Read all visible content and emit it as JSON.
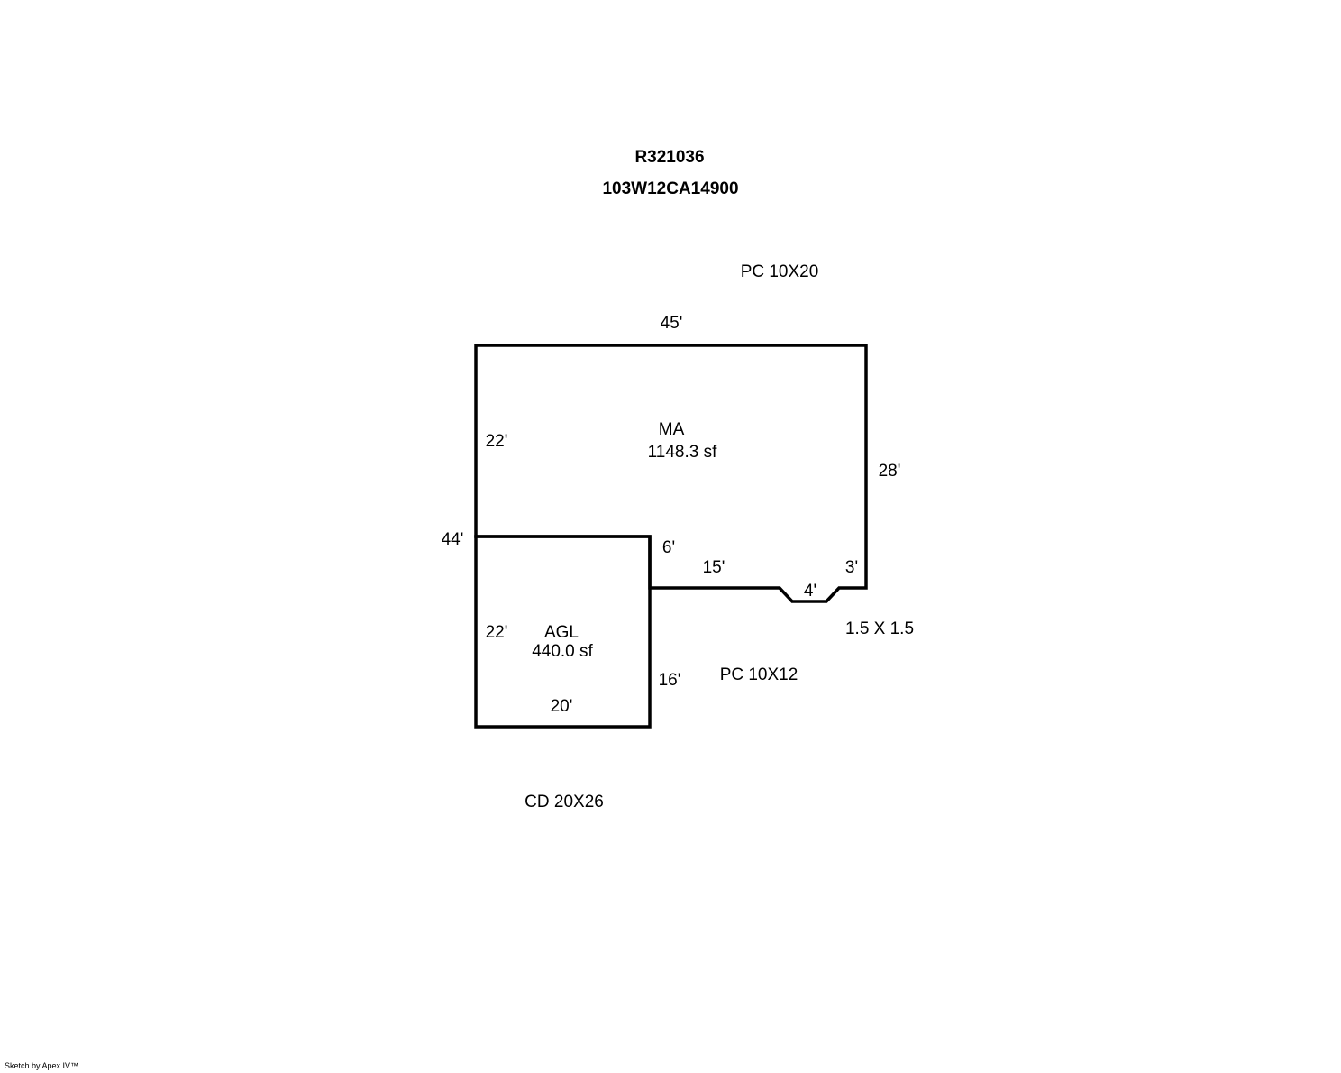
{
  "header": {
    "parcel_id": "R321036",
    "map_number": "103W12CA14900"
  },
  "areas": {
    "ma": {
      "label": "MA",
      "area": "1148.3 sf"
    },
    "agl": {
      "label": "AGL",
      "area": "440.0 sf"
    }
  },
  "annotations": {
    "pc_top": "PC 10X20",
    "pc_bottom": "PC 10X12",
    "bay": "1.5 X 1.5",
    "cd": "CD 20X26"
  },
  "dimensions": {
    "top": "45'",
    "ma_left": "22'",
    "right": "28'",
    "total_left": "44'",
    "step": "6'",
    "bottom_run": "15'",
    "bay_width": "4'",
    "right_return": "3'",
    "agl_left": "22'",
    "agl_right": "16'",
    "agl_bottom": "20'"
  },
  "footer": {
    "credit": "Sketch by Apex IV™"
  }
}
